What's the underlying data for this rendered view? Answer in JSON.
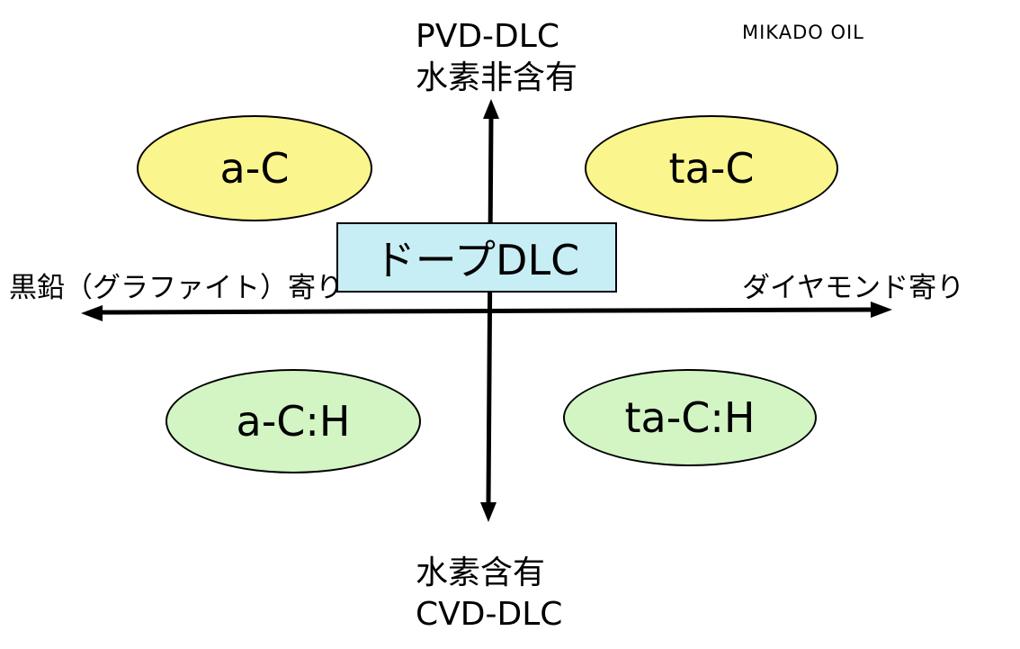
{
  "axes": {
    "top_line1": "PVD-DLC",
    "top_line2": "水素非含有",
    "bottom_line1": "水素含有",
    "bottom_line2": "CVD-DLC",
    "left": "黒鉛（グラファイト）寄り",
    "right": "ダイヤモンド寄り"
  },
  "watermark": "MIKADO OIL",
  "quadrants": {
    "upper_left": "a-C",
    "upper_right": "ta-C",
    "lower_left": "a-C:H",
    "lower_right": "ta-C:H"
  },
  "center_box": "ドープDLC",
  "colors": {
    "hydrogen_free_fill": "#FAF58C",
    "hydrogen_containing_fill": "#D2F5C3",
    "doped_fill": "#C8EEF5",
    "axis": "#000000"
  }
}
